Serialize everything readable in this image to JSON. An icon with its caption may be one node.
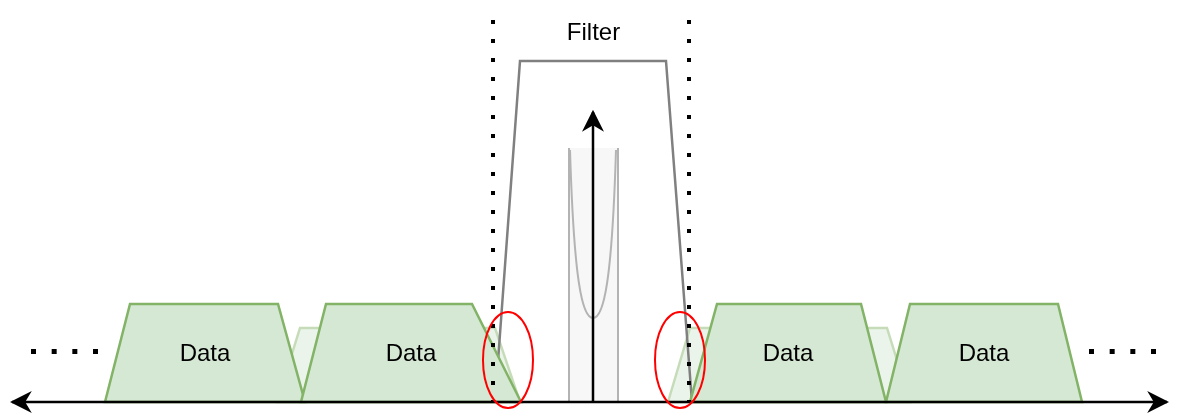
{
  "diagram": {
    "nodes": [
      {
        "text": [
          "Filter"
        ]
      },
      {
        "text": [
          "Data"
        ]
      },
      {
        "text": [
          "Data"
        ]
      },
      {
        "text": [
          "Data"
        ]
      },
      {
        "text": [
          "Data"
        ]
      }
    ]
  }
}
